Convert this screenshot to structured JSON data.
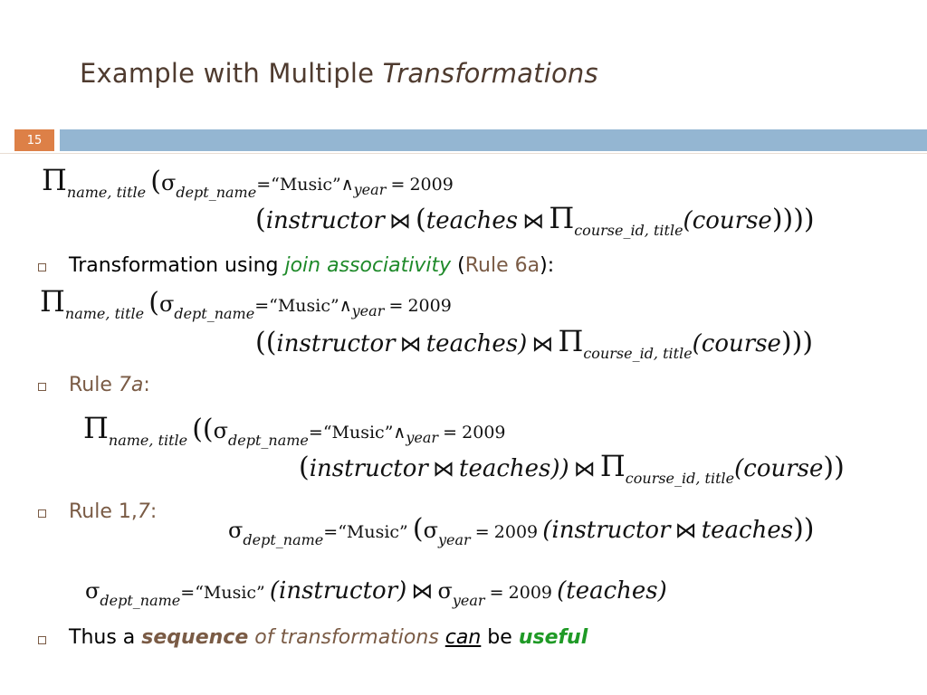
{
  "slide": {
    "title_plain": "Example with Multiple ",
    "title_italic": "Transformations",
    "number": "15"
  },
  "expr1": {
    "pi": "Π",
    "pi_sub": "name, title",
    "open": "(",
    "sigma": "σ",
    "sigma_sub": "dept_name",
    "eq": "=",
    "music": "“Music”",
    "and": "∧",
    "year": "year",
    "eq2": "=",
    "val": "2009",
    "line2_open": "(",
    "instructor": "instructor",
    "join": "⋈",
    "open2": "(",
    "teaches": "teaches",
    "join2": "⋈",
    "pi2": "Π",
    "pi2_sub": "course_id, title",
    "course": "(course",
    "close": "))))"
  },
  "bullets": [
    {
      "pre": "Transformation using ",
      "green": "join associativity",
      "mid": " (",
      "rule": "Rule 6a",
      "post": "):"
    },
    {
      "pre": "Rule ",
      "rule": "7a",
      "post": ":"
    },
    {
      "pre": "Rule 1,",
      "rule": "7",
      "post": ":"
    },
    {
      "w1": "Thus a ",
      "w2": "sequence",
      "w3": " of ",
      "w4": "transformations",
      "w5": " ",
      "w6": "can",
      "w7": " be ",
      "w8": "useful"
    }
  ],
  "expr2": {
    "pi": "Π",
    "pi_sub": "name, title",
    "open": "(",
    "sigma": "σ",
    "sigma_sub": "dept_name",
    "eq": "=",
    "music": "“Music”",
    "and": "∧",
    "year": "year",
    "eq2": "=",
    "val": "2009",
    "line2_open": "((",
    "instructor": "instructor",
    "join": "⋈",
    "teaches": "teaches)",
    "join2": "⋈",
    "pi2": "Π",
    "pi2_sub": "course_id, title",
    "course": "(course",
    "close": ")))"
  },
  "expr3": {
    "pi": "Π",
    "pi_sub": "name, title",
    "open": "((",
    "sigma": "σ",
    "sigma_sub": "dept_name",
    "eq": "=",
    "music": "“Music”",
    "and": "∧",
    "year": "year",
    "eq2": "=",
    "val": "2009",
    "line2_open": "(",
    "instructor": "instructor",
    "join": "⋈",
    "teaches": "teaches))",
    "join2": "⋈",
    "pi2": "Π",
    "pi2_sub": "course_id, title",
    "course": "(course",
    "close": "))"
  },
  "expr4": {
    "sigma": "σ",
    "sigma_sub": "dept_name",
    "eq": "=",
    "music": "“Music”",
    "open": "(",
    "sigma2": "σ",
    "year": "year",
    "eq2": "=",
    "val": "2009",
    "body": "(instructor",
    "join": "⋈",
    "teaches": "teaches",
    "close": "))"
  },
  "expr5": {
    "sigma": "σ",
    "sigma_sub": "dept_name",
    "eq": "=",
    "music": "“Music”",
    "left": "(instructor)",
    "join": "⋈",
    "sigma2": "σ",
    "year": "year",
    "eq2": "=",
    "val": "2009",
    "right": "(teaches)"
  }
}
